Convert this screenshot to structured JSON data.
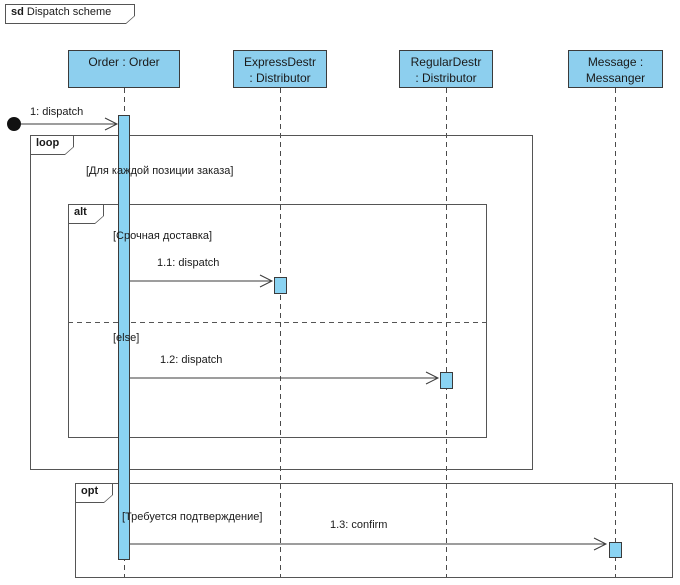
{
  "diagram": {
    "frame_operator": "sd",
    "frame_title": "Dispatch scheme"
  },
  "colors": {
    "lifeline_head_fill": "#8dcfee",
    "activation_fill": "#8ad3f2",
    "shape_border": "#3b3b3b",
    "frame_border": "#555555",
    "background": "#ffffff"
  },
  "lifelines": [
    {
      "id": "order",
      "lines": [
        "Order : Order"
      ]
    },
    {
      "id": "express",
      "lines": [
        "ExpressDestr",
        ": Distributor"
      ]
    },
    {
      "id": "regular",
      "lines": [
        "RegularDestr",
        ": Distributor"
      ]
    },
    {
      "id": "message",
      "lines": [
        "Message :",
        "Messanger"
      ]
    }
  ],
  "messages": [
    {
      "label": "1: dispatch",
      "from": "found",
      "to": "order"
    },
    {
      "label": "1.1: dispatch",
      "from": "order",
      "to": "express"
    },
    {
      "label": "1.2: dispatch",
      "from": "order",
      "to": "regular"
    },
    {
      "label": "1.3: confirm",
      "from": "order",
      "to": "message"
    }
  ],
  "fragments": {
    "loop": {
      "operator": "loop",
      "guard": "[Для каждой позиции заказа]"
    },
    "alt": {
      "operator": "alt",
      "guard_if": "[Срочная доставка]",
      "guard_else": "[else]"
    },
    "opt": {
      "operator": "opt",
      "guard": "[Требуется подтверждение]"
    }
  }
}
